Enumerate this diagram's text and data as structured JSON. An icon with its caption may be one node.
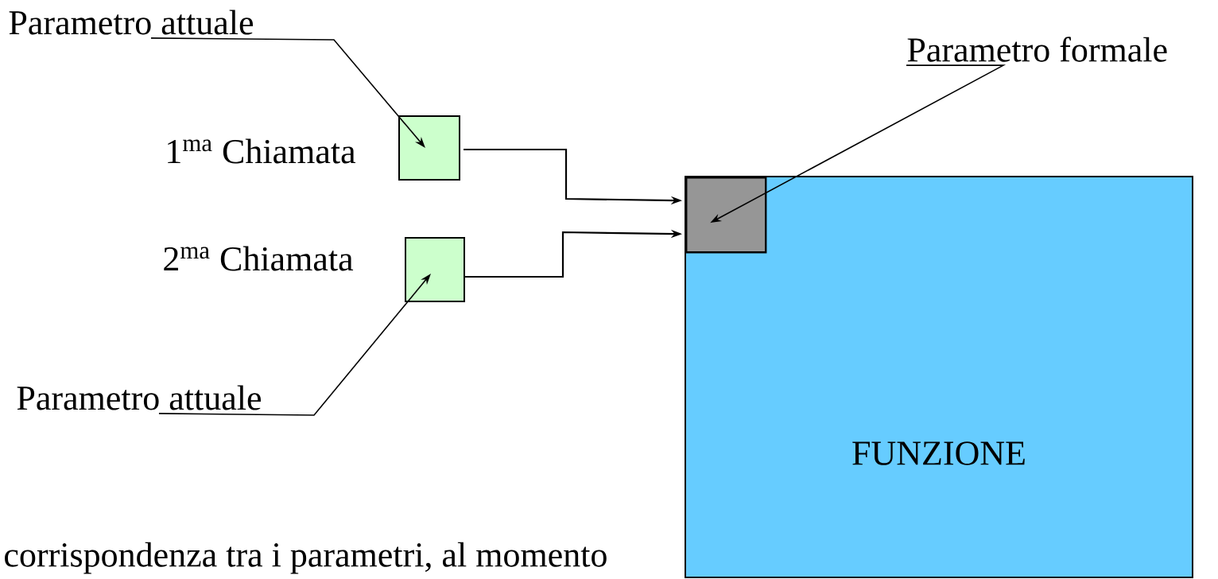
{
  "diagram": {
    "nodes": [
      {
        "text": [
          "Parametro attuale"
        ]
      },
      {
        "text": [],
        "shape": "box",
        "beside": [
          "1$^{ma}$ Chiamata"
        ]
      },
      {
        "text": [],
        "shape": "box",
        "beside": [
          "2$^{ma}$ Chiamata"
        ]
      },
      {
        "text": [
          "Parametro attuale"
        ]
      },
      {
        "text": [
          "FUNZIONE"
        ]
      },
      {
        "text": [],
        "shape": "box",
        "in": 4
      },
      {
        "text": [
          "Parametro formale"
        ]
      }
    ],
    "edges": [
      {
        "from": 0,
        "to": 1,
        "arrow": "to"
      },
      {
        "from": 3,
        "to": 2,
        "arrow": "to"
      },
      {
        "from": 1,
        "to": 5,
        "arrow": "to"
      },
      {
        "from": 2,
        "to": 5,
        "arrow": "to"
      },
      {
        "from": 6,
        "to": 5,
        "arrow": "to"
      }
    ],
    "labels": [
      "corrispondenza tra i parametri, al momento"
    ]
  }
}
